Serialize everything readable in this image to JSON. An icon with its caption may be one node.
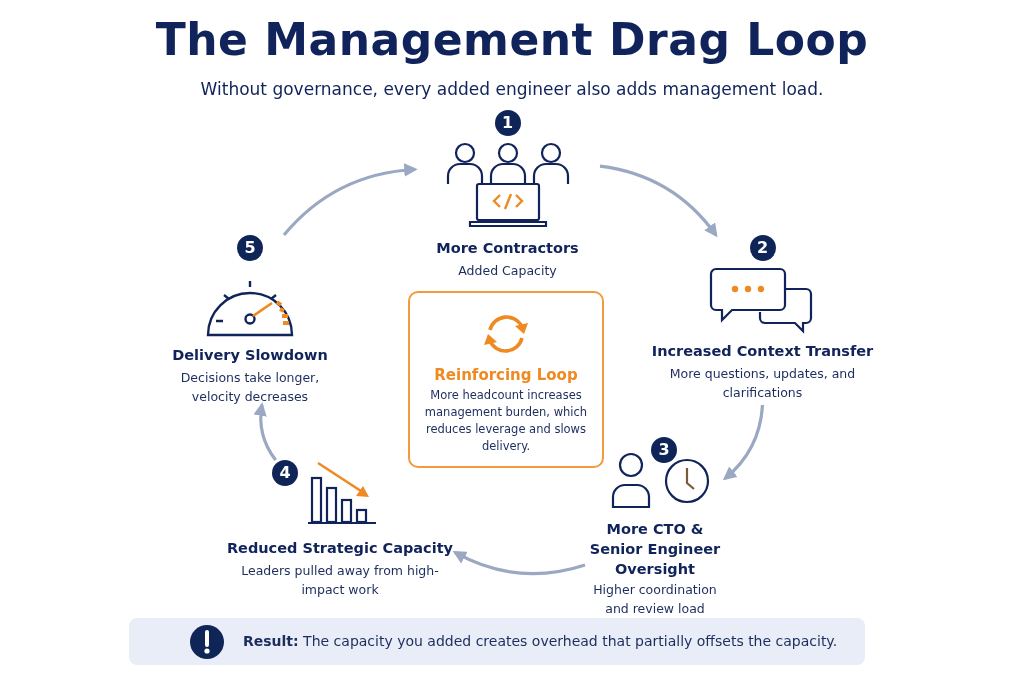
{
  "diagram": {
    "title": "The Management Drag Loop",
    "caption": "Without governance, every added engineer also adds management load.",
    "nodes": [
      {
        "text": [
          "1",
          "More Contractors",
          "Added Capacity"
        ]
      },
      {
        "text": [
          "2",
          "Increased Context Transfer",
          "More questions, updates, and clarifications"
        ]
      },
      {
        "text": [
          "3",
          "More CTO & Senior Engineer Oversight",
          "Higher coordination and review load"
        ]
      },
      {
        "text": [
          "4",
          "Reduced Strategic Capacity",
          "Leaders pulled away from high-impact work"
        ]
      },
      {
        "text": [
          "5",
          "Delivery Slowdown",
          "Decisions take longer, velocity decreases"
        ]
      },
      {
        "text": [
          "Reinforcing Loop",
          "More headcount increases management burden, which reduces leverage and slows delivery."
        ]
      },
      {
        "text": [
          "**Result:** The capacity you added creates overhead that partially offsets the capacity."
        ]
      }
    ],
    "edges": [
      {
        "from": 0,
        "to": 1,
        "arrow": "to"
      },
      {
        "from": 1,
        "to": 2,
        "arrow": "to"
      },
      {
        "from": 2,
        "to": 3,
        "arrow": "to"
      },
      {
        "from": 3,
        "to": 4,
        "arrow": "to"
      },
      {
        "from": 4,
        "to": 0,
        "arrow": "to"
      }
    ]
  }
}
